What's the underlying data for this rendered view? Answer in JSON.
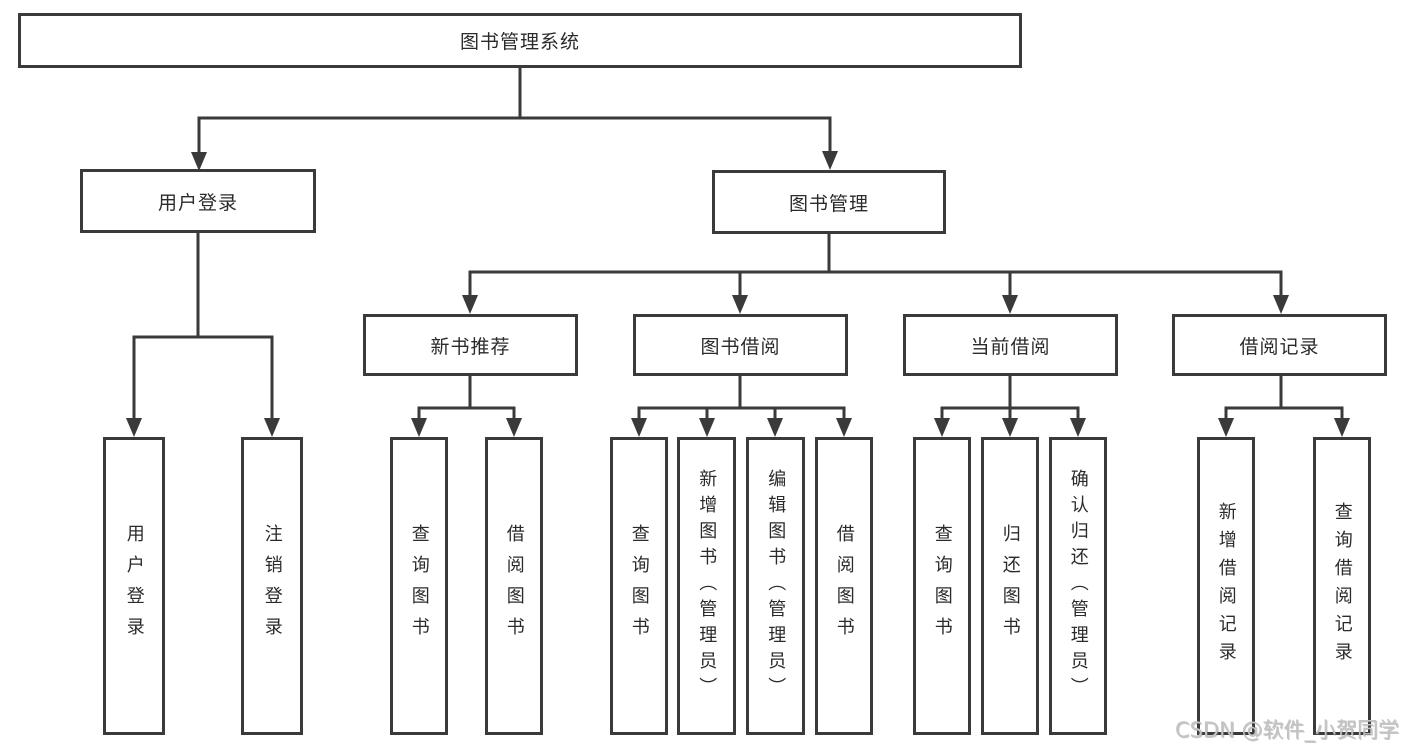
{
  "colors": {
    "line": "#3a3a3a",
    "box_border": "#3a3a3a",
    "text": "#2b2b2b",
    "watermark": "#c3c3c3",
    "background": "#ffffff"
  },
  "watermark": {
    "text": "CSDN @软件_小贺同学"
  },
  "tree": {
    "label": "图书管理系统",
    "children": [
      {
        "label": "用户登录",
        "children": [
          {
            "label": "用户登录"
          },
          {
            "label": "注销登录"
          }
        ]
      },
      {
        "label": "图书管理",
        "children": [
          {
            "label": "新书推荐",
            "children": [
              {
                "label": "查询图书"
              },
              {
                "label": "借阅图书"
              }
            ]
          },
          {
            "label": "图书借阅",
            "children": [
              {
                "label": "查询图书"
              },
              {
                "label": "新增图书（管理员）"
              },
              {
                "label": "编辑图书（管理员）"
              },
              {
                "label": "借阅图书"
              }
            ]
          },
          {
            "label": "当前借阅",
            "children": [
              {
                "label": "查询图书"
              },
              {
                "label": "归还图书"
              },
              {
                "label": "确认归还（管理员）"
              }
            ]
          },
          {
            "label": "借阅记录",
            "children": [
              {
                "label": "新增借阅记录"
              },
              {
                "label": "查询借阅记录"
              }
            ]
          }
        ]
      }
    ]
  }
}
